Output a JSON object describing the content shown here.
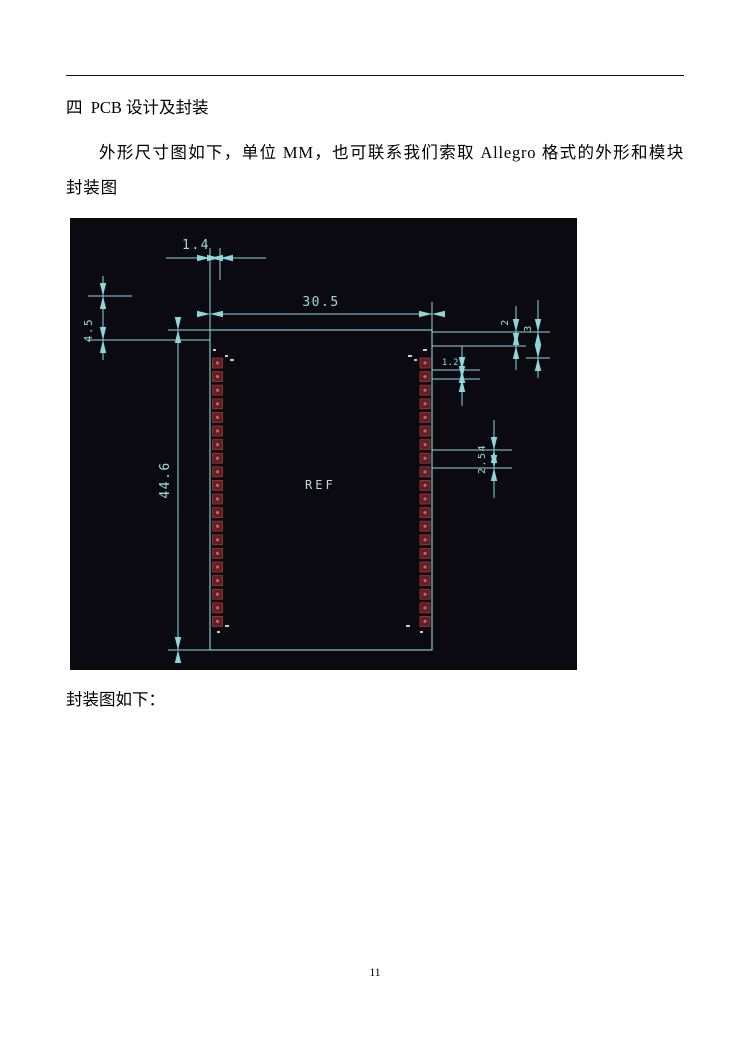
{
  "document": {
    "heading": "四  PCB 设计及封装",
    "body_paragraph": "外形尺寸图如下，单位 MM，也可联系我们索取 Allegro 格式的外形和模块封装图",
    "caption": "封装图如下：",
    "page_number": "11"
  },
  "drawing": {
    "pads_per_side": 20,
    "colors": {
      "background": "#0a0a10",
      "line": "#8fd6da",
      "label": "#9adbe0",
      "ref_text": "#c6d6d6",
      "pad_fill": "#5b2226",
      "pad_border": "#a03737",
      "pad_dot": "#e05555"
    },
    "labels": {
      "pad_offset_top": "1.4",
      "body_width": "30.5",
      "body_height": "44.6",
      "edge_top_left": "4.5",
      "edge_right_a": "2",
      "edge_right_b": "3",
      "pin_pitch": "1.27",
      "pad_spacing": "2.54",
      "center_text": "REF"
    }
  }
}
